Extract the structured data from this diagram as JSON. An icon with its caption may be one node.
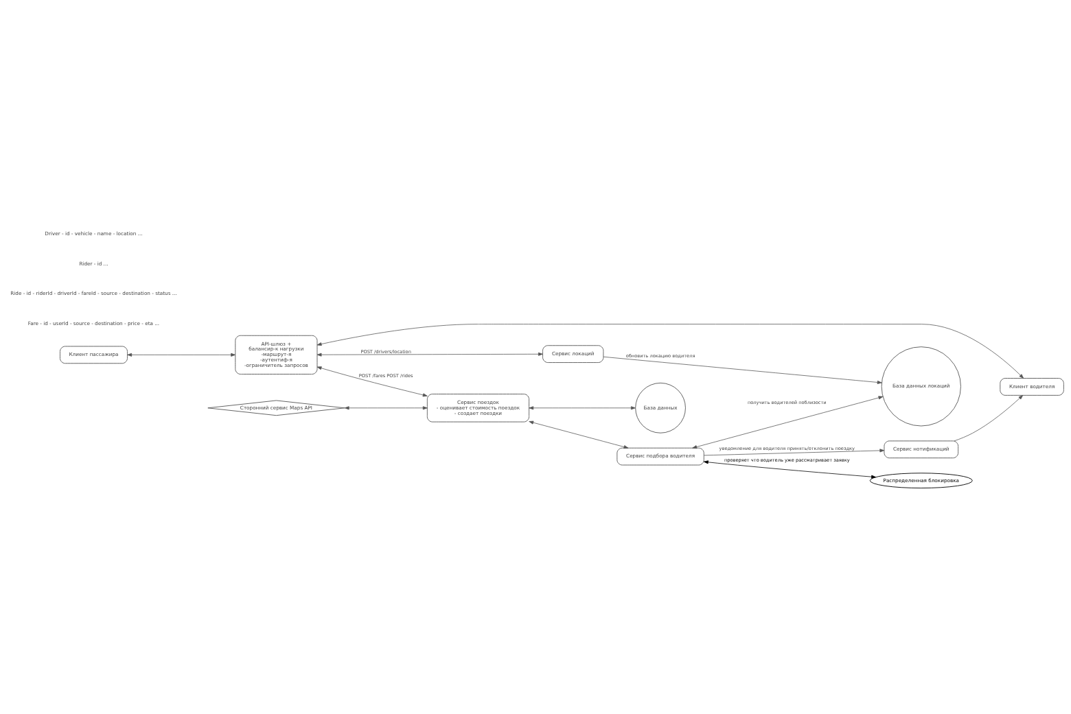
{
  "diagram": {
    "nodes": [
      {
        "text": [
          "Сторонний сервис Maps API"
        ]
      },
      {
        "text": [
          "Сервис поездок",
          "- оценивает стоимость поездок",
          "- создает поездки"
        ]
      },
      {
        "text": [
          "База данных"
        ]
      },
      {
        "text": [
          "Клиент пассажира"
        ]
      },
      {
        "text": [
          "API-шлюз + балансир-к нагрузки -маршрут-я -аутентиф-я -ограничитель запросов"
        ]
      },
      {
        "text": [
          "Клиент водителя"
        ]
      },
      {
        "text": [
          "Сервис подбора водителя"
        ]
      },
      {
        "text": [
          "Распределенная блокировка"
        ]
      },
      {
        "text": [
          "Сервис локаций"
        ]
      },
      {
        "text": [
          "База данных локаций"
        ]
      },
      {
        "text": [
          "Сервис нотификаций"
        ]
      }
    ],
    "edges": [
      {
        "from": 0,
        "to": 1,
        "arrow": "both"
      },
      {
        "from": 1,
        "to": 2,
        "arrow": "both"
      },
      {
        "from": 3,
        "to": 4,
        "arrow": "both"
      },
      {
        "from": 4,
        "to": 5,
        "arrow": "both"
      },
      {
        "from": 4,
        "to": 1,
        "arrow": "both",
        "label": "POST /fares POST /rides"
      },
      {
        "from": 1,
        "to": 6,
        "arrow": "both"
      },
      {
        "from": 6,
        "to": 7,
        "arrow": "both",
        "label": "проверяет что водитель уже рассматривает заявку",
        "color": "#000000"
      },
      {
        "from": 4,
        "to": 8,
        "arrow": "both",
        "label": "POST /drivers/location"
      },
      {
        "from": 6,
        "to": 9,
        "arrow": "both",
        "label": "получить водителей поблизости"
      },
      {
        "from": 8,
        "to": 9,
        "arrow": "to",
        "label": "обновить локацию водителя"
      },
      {
        "from": 6,
        "to": 10,
        "arrow": "to",
        "label": "уведомление для водителя принять/отклонить поездку"
      },
      {
        "from": 10,
        "to": 5,
        "arrow": "to"
      }
    ],
    "labels": [
      "Fare - id - userId - source - destination - price - eta ...",
      "Ride - id - riderId - driverId - fareId - source - destination - status ...",
      "Rider - id ...",
      "Driver - id - vehicle - name - location ..."
    ]
  }
}
